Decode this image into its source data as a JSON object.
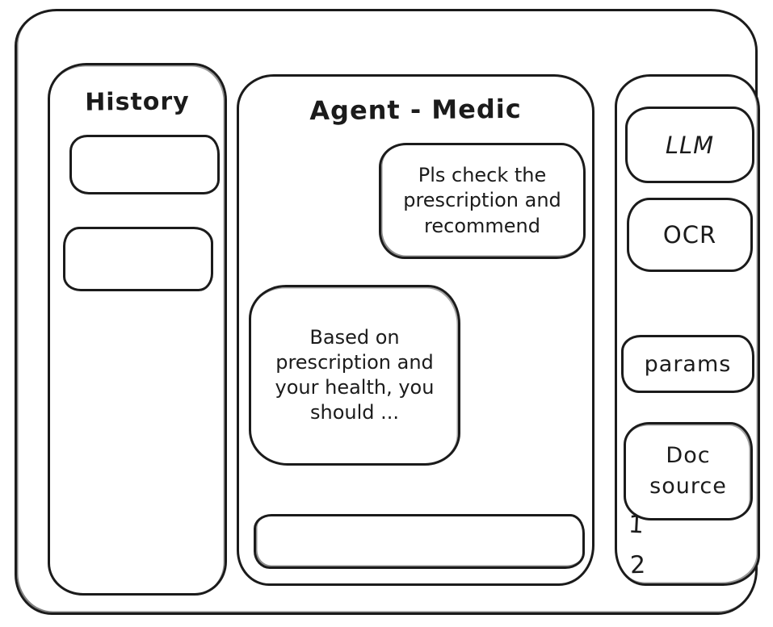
{
  "colors": {
    "stroke": "#1b1b1b",
    "background": "#ffffff"
  },
  "history_sidebar": {
    "title": "History",
    "items": [
      {
        "label": ""
      },
      {
        "label": ""
      }
    ]
  },
  "chat": {
    "title": "Agent - Medic",
    "messages": [
      {
        "role": "user",
        "text": "Pls check the prescription and recommend"
      },
      {
        "role": "assistant",
        "text": "Based on prescription and your health, you should ..."
      }
    ],
    "input": {
      "value": "",
      "placeholder": ""
    }
  },
  "tools_sidebar": {
    "buttons": [
      {
        "label": "LLM"
      },
      {
        "label": "OCR"
      },
      {
        "label": "params"
      },
      {
        "label": "Doc source"
      }
    ],
    "doc_source_list": [
      {
        "label": "1"
      },
      {
        "label": "2"
      }
    ]
  }
}
